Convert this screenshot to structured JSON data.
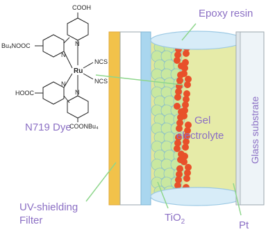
{
  "labels": {
    "epoxy_resin": "Epoxy resin",
    "dye_name": "N719 Dye",
    "gel_line1": "Gel",
    "gel_line2": "electrolyte",
    "glass_substrate": "Glass substrate",
    "uv_filter_line1": "UV-shielding",
    "uv_filter_line2": "Filter",
    "tio2_base": "TiO",
    "tio2_sub": "2",
    "pt": "Pt"
  },
  "molecule": {
    "cooh_top": "COOH",
    "ester_left": "Bu₄NOOC",
    "n1": "N",
    "n2": "N",
    "ru": "Ru",
    "ncs1": "NCS",
    "ncs2": "NCS",
    "n3": "N",
    "n4": "N",
    "cooh_bottom": "HOOC",
    "ester_bottom": "COONBu₄"
  },
  "colors": {
    "uv_filter": "#f2c24a",
    "blue_layer": "#a9d6ef",
    "tio2_circles": "#c9e8a0",
    "tio2_stroke": "#8fc2c6",
    "dye_particles": "#e8502a",
    "electrolyte": "#e0e69c",
    "glass": "#eef4f8",
    "epoxy": "#d7ecf8",
    "label": "#8b6fc4",
    "pointer": "#8ed68c"
  }
}
